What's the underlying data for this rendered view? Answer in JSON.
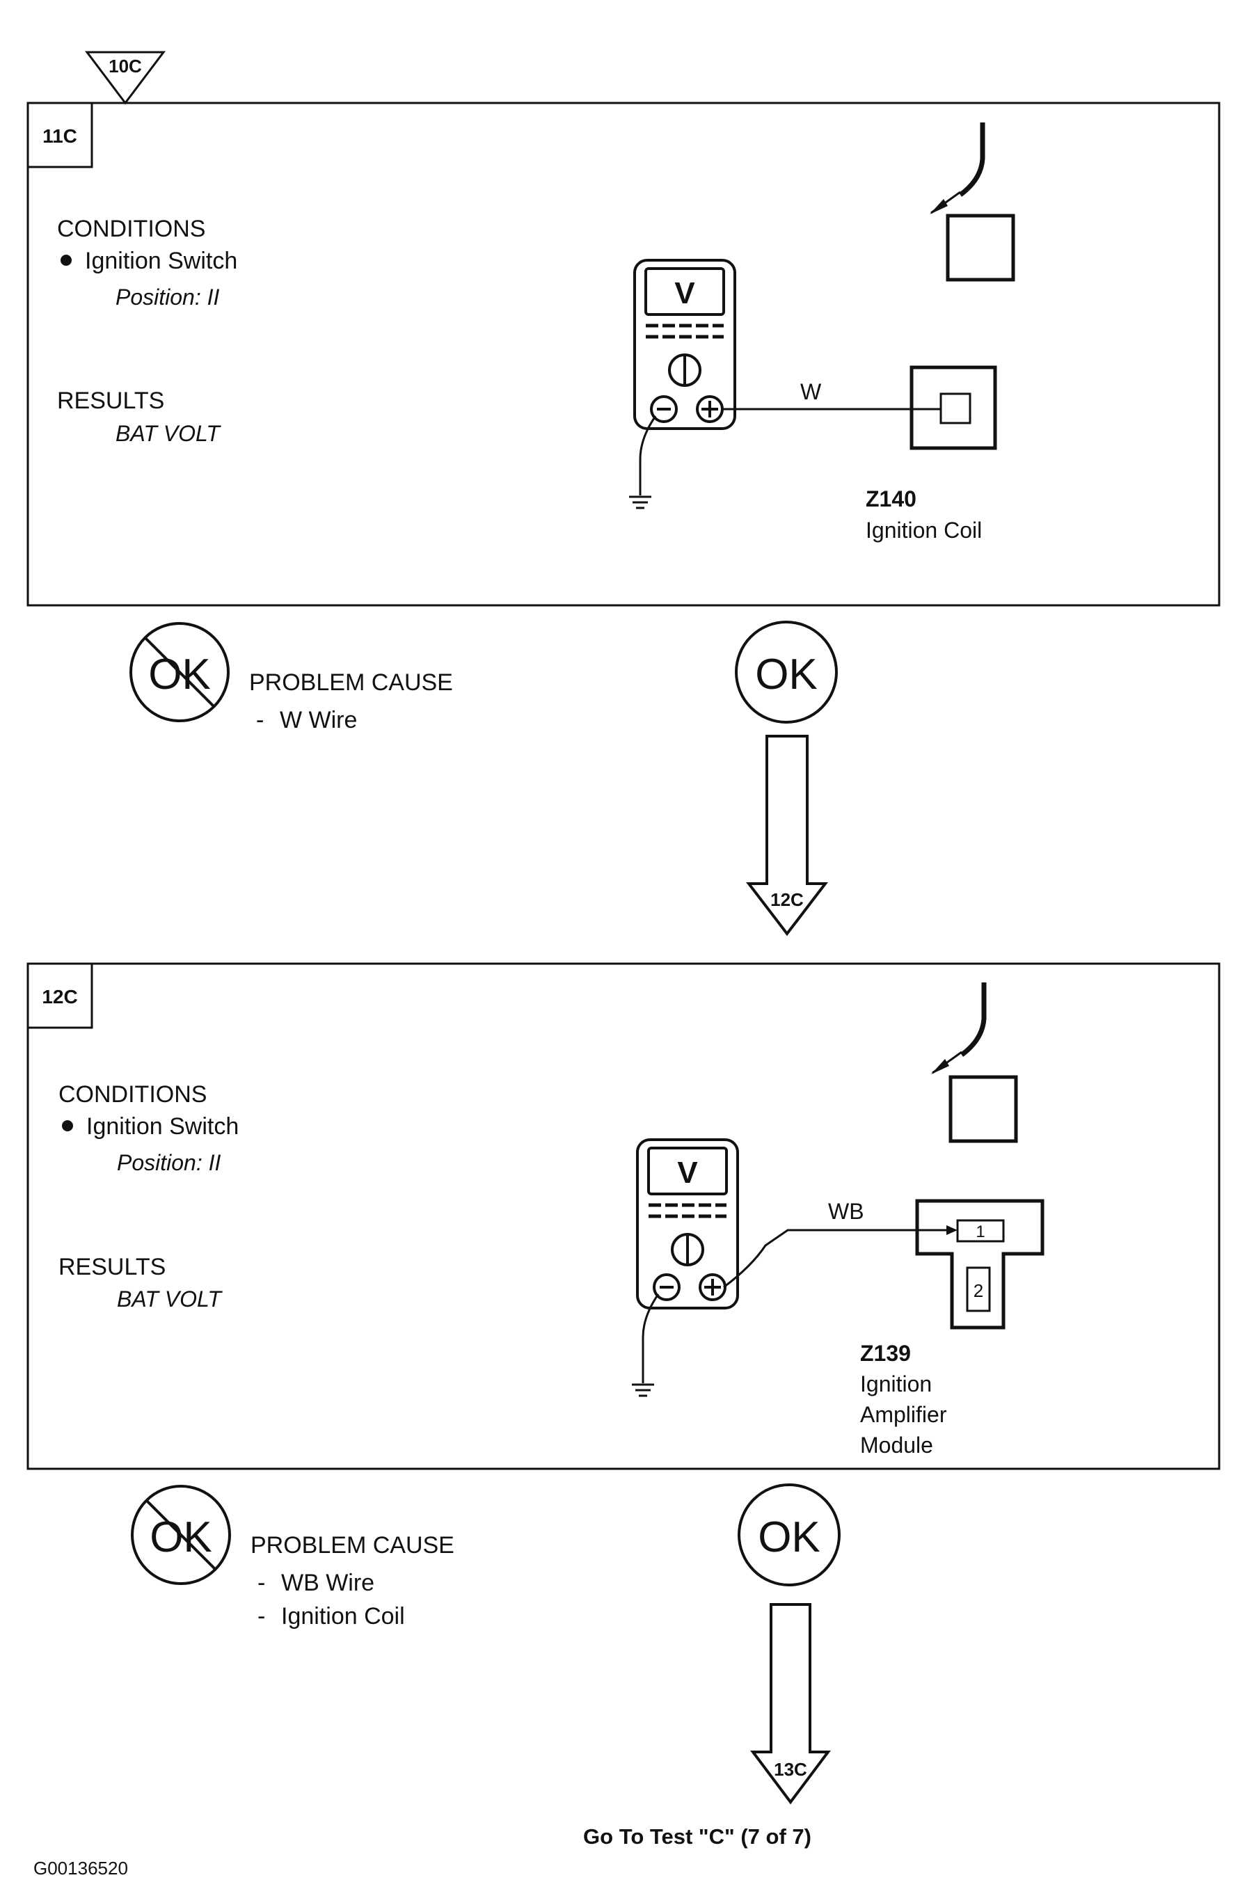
{
  "entry_ref": "10C",
  "steps": [
    {
      "id": "11C",
      "conditions_heading": "CONDITIONS",
      "condition_item": "Ignition Switch",
      "condition_detail": "Position: II",
      "results_heading": "RESULTS",
      "results_value": "BAT VOLT",
      "meter_symbol": "V",
      "wire": "W",
      "component_code": "Z140",
      "component_name_lines": [
        "Ignition Coil"
      ],
      "fail_badge": "OK",
      "problem_heading": "PROBLEM CAUSE",
      "problem_causes": [
        "W Wire"
      ],
      "pass_badge": "OK",
      "next_ref": "12C"
    },
    {
      "id": "12C",
      "conditions_heading": "CONDITIONS",
      "condition_item": "Ignition Switch",
      "condition_detail": "Position: II",
      "results_heading": "RESULTS",
      "results_value": "BAT VOLT",
      "meter_symbol": "V",
      "wire": "WB",
      "component_code": "Z139",
      "component_name_lines": [
        "Ignition",
        "Amplifier",
        "Module"
      ],
      "pin_labels": [
        "1",
        "2"
      ],
      "fail_badge": "OK",
      "problem_heading": "PROBLEM CAUSE",
      "problem_causes": [
        "WB Wire",
        "Ignition Coil"
      ],
      "pass_badge": "OK",
      "next_ref": "13C"
    }
  ],
  "footer_note": "Go To Test \"C\" (7 of 7)",
  "figure_id": "G00136520"
}
